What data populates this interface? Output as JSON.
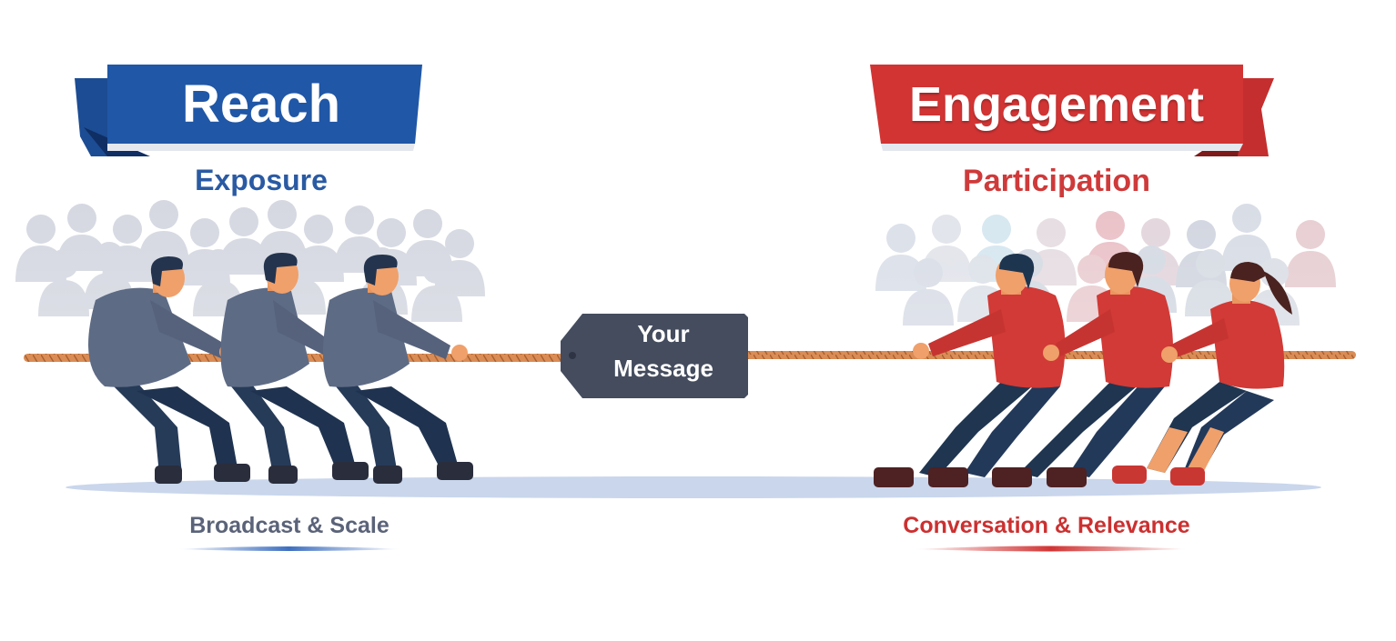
{
  "left": {
    "banner_title": "Reach",
    "subtitle": "Exposure",
    "tagline": "Broadcast & Scale",
    "team_count": 3,
    "colors": {
      "banner": "#2057A6",
      "banner_dark": "#173F80",
      "subtitle": "#2A5AA3",
      "tagline": "#5B6379",
      "shirt": "#5E6B85",
      "pants": "#263B58",
      "shoes": "#2A2D3C",
      "underline": "#3E6FC0"
    }
  },
  "right": {
    "banner_title": "Engagement",
    "subtitle": "Participation",
    "tagline": "Conversation & Relevance",
    "team_count": 3,
    "colors": {
      "banner": "#D23434",
      "banner_dark": "#8E2020",
      "subtitle": "#CF3A3A",
      "tagline": "#CC3030",
      "shirt": "#D13A36",
      "pants": "#1F3550",
      "shoes": "#4E2123",
      "underline": "#D23434"
    }
  },
  "center": {
    "tag_line1": "Your",
    "tag_line2": "Message",
    "tag_color": "#444C5E",
    "rope_color": "#D98C55"
  },
  "ground_color": "#C9D6EC"
}
